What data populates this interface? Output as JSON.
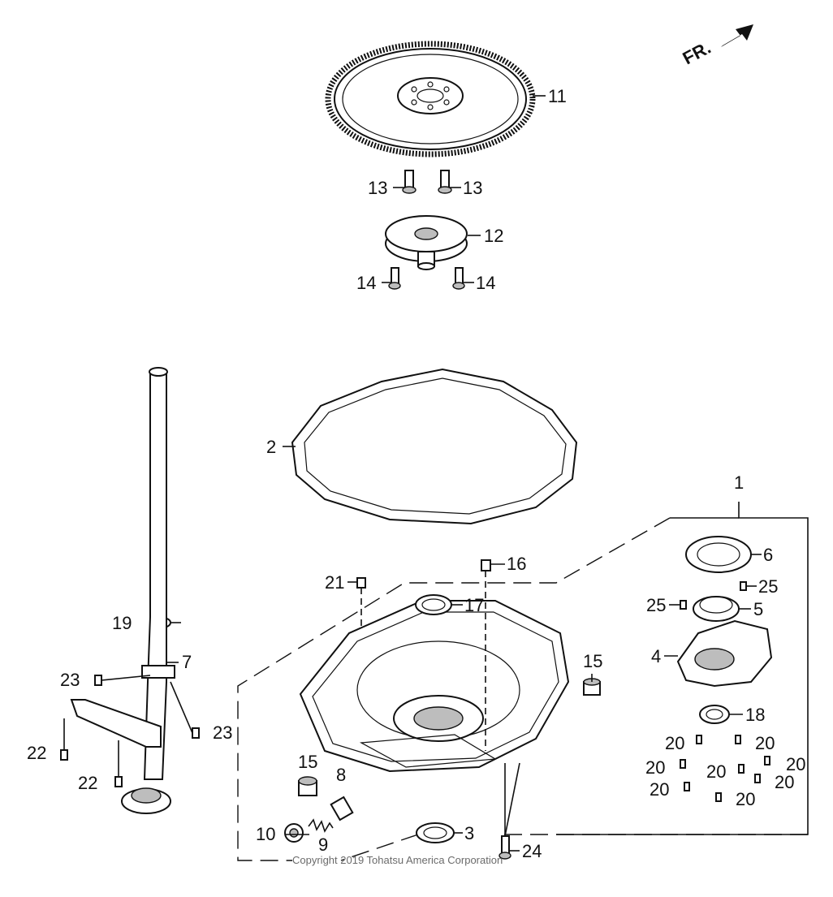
{
  "direction_marker": {
    "text": "FR.",
    "icon": "front-arrow-icon"
  },
  "copyright": "Copyright 2019 Tohatsu America Corporation",
  "part_labels": [
    "1",
    "2",
    "3",
    "4",
    "5",
    "6",
    "7",
    "8",
    "9",
    "10",
    "11",
    "12",
    "13",
    "13",
    "14",
    "14",
    "15",
    "15",
    "16",
    "17",
    "18",
    "19",
    "20",
    "20",
    "20",
    "20",
    "20",
    "20",
    "20",
    "20",
    "21",
    "22",
    "22",
    "23",
    "23",
    "24",
    "25",
    "25"
  ]
}
